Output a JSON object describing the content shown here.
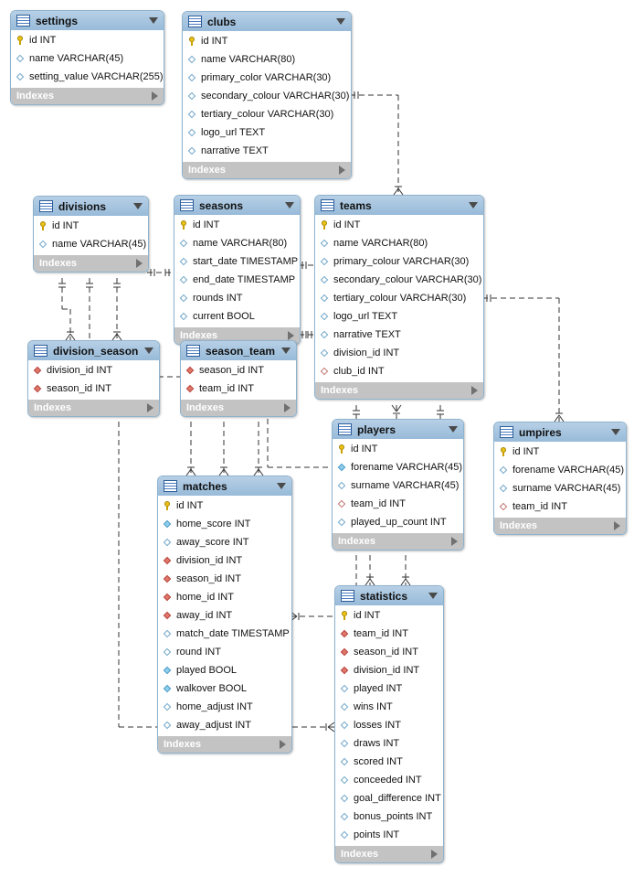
{
  "indexes_label": "Indexes",
  "colors": {
    "header": "#a5c4df",
    "footer": "#c3c3c3",
    "border": "#8eb3cf",
    "line": "#333333"
  },
  "tables": {
    "settings": {
      "name": "settings",
      "columns": [
        {
          "text": "id INT",
          "icon": "pk"
        },
        {
          "text": "name VARCHAR(45)",
          "icon": "attr"
        },
        {
          "text": "setting_value VARCHAR(255)",
          "icon": "attr"
        }
      ]
    },
    "clubs": {
      "name": "clubs",
      "columns": [
        {
          "text": "id INT",
          "icon": "pk"
        },
        {
          "text": "name VARCHAR(80)",
          "icon": "attr"
        },
        {
          "text": "primary_color VARCHAR(30)",
          "icon": "attr"
        },
        {
          "text": "secondary_colour VARCHAR(30)",
          "icon": "attr"
        },
        {
          "text": "tertiary_colour VARCHAR(30)",
          "icon": "attr"
        },
        {
          "text": "logo_url TEXT",
          "icon": "attr"
        },
        {
          "text": "narrative TEXT",
          "icon": "attr"
        }
      ]
    },
    "divisions": {
      "name": "divisions",
      "columns": [
        {
          "text": "id INT",
          "icon": "pk"
        },
        {
          "text": "name VARCHAR(45)",
          "icon": "attr"
        }
      ]
    },
    "seasons": {
      "name": "seasons",
      "columns": [
        {
          "text": "id INT",
          "icon": "pk"
        },
        {
          "text": "name VARCHAR(80)",
          "icon": "attr"
        },
        {
          "text": "start_date TIMESTAMP",
          "icon": "attr"
        },
        {
          "text": "end_date TIMESTAMP",
          "icon": "attr"
        },
        {
          "text": "rounds INT",
          "icon": "attr"
        },
        {
          "text": "current BOOL",
          "icon": "attr"
        }
      ]
    },
    "teams": {
      "name": "teams",
      "columns": [
        {
          "text": "id INT",
          "icon": "pk"
        },
        {
          "text": "name VARCHAR(80)",
          "icon": "attr"
        },
        {
          "text": "primary_colour VARCHAR(30)",
          "icon": "attr"
        },
        {
          "text": "secondary_colour VARCHAR(30)",
          "icon": "attr"
        },
        {
          "text": "tertiary_colour VARCHAR(30)",
          "icon": "attr"
        },
        {
          "text": "logo_url TEXT",
          "icon": "attr"
        },
        {
          "text": "narrative TEXT",
          "icon": "attr"
        },
        {
          "text": "division_id INT",
          "icon": "attr"
        },
        {
          "text": "club_id INT",
          "icon": "fkcol"
        }
      ]
    },
    "division_season": {
      "name": "division_season",
      "columns": [
        {
          "text": "division_id INT",
          "icon": "fk"
        },
        {
          "text": "season_id INT",
          "icon": "fk"
        }
      ]
    },
    "season_team": {
      "name": "season_team",
      "columns": [
        {
          "text": "season_id INT",
          "icon": "fk"
        },
        {
          "text": "team_id INT",
          "icon": "fk"
        }
      ]
    },
    "players": {
      "name": "players",
      "columns": [
        {
          "text": "id INT",
          "icon": "pk"
        },
        {
          "text": "forename VARCHAR(45)",
          "icon": "nn"
        },
        {
          "text": "surname VARCHAR(45)",
          "icon": "attr"
        },
        {
          "text": "team_id INT",
          "icon": "fkcol"
        },
        {
          "text": "played_up_count INT",
          "icon": "attr"
        }
      ]
    },
    "umpires": {
      "name": "umpires",
      "columns": [
        {
          "text": "id INT",
          "icon": "pk"
        },
        {
          "text": "forename VARCHAR(45)",
          "icon": "attr"
        },
        {
          "text": "surname VARCHAR(45)",
          "icon": "attr"
        },
        {
          "text": "team_id INT",
          "icon": "fkcol"
        }
      ]
    },
    "matches": {
      "name": "matches",
      "columns": [
        {
          "text": "id INT",
          "icon": "pk"
        },
        {
          "text": "home_score INT",
          "icon": "nn"
        },
        {
          "text": "away_score INT",
          "icon": "attr"
        },
        {
          "text": "division_id INT",
          "icon": "fk"
        },
        {
          "text": "season_id INT",
          "icon": "fk"
        },
        {
          "text": "home_id INT",
          "icon": "fk"
        },
        {
          "text": "away_id INT",
          "icon": "fk"
        },
        {
          "text": "match_date TIMESTAMP",
          "icon": "attr"
        },
        {
          "text": "round INT",
          "icon": "attr"
        },
        {
          "text": "played BOOL",
          "icon": "nn"
        },
        {
          "text": "walkover BOOL",
          "icon": "nn"
        },
        {
          "text": "home_adjust INT",
          "icon": "attr"
        },
        {
          "text": "away_adjust INT",
          "icon": "attr"
        }
      ]
    },
    "statistics": {
      "name": "statistics",
      "columns": [
        {
          "text": "id INT",
          "icon": "pk"
        },
        {
          "text": "team_id INT",
          "icon": "fk"
        },
        {
          "text": "season_id INT",
          "icon": "fk"
        },
        {
          "text": "division_id INT",
          "icon": "fk"
        },
        {
          "text": "played INT",
          "icon": "attr"
        },
        {
          "text": "wins INT",
          "icon": "attr"
        },
        {
          "text": "losses INT",
          "icon": "attr"
        },
        {
          "text": "draws INT",
          "icon": "attr"
        },
        {
          "text": "scored INT",
          "icon": "attr"
        },
        {
          "text": "conceeded INT",
          "icon": "attr"
        },
        {
          "text": "goal_difference INT",
          "icon": "attr"
        },
        {
          "text": "bonus_points INT",
          "icon": "attr"
        },
        {
          "text": "points INT",
          "icon": "attr"
        }
      ]
    }
  }
}
